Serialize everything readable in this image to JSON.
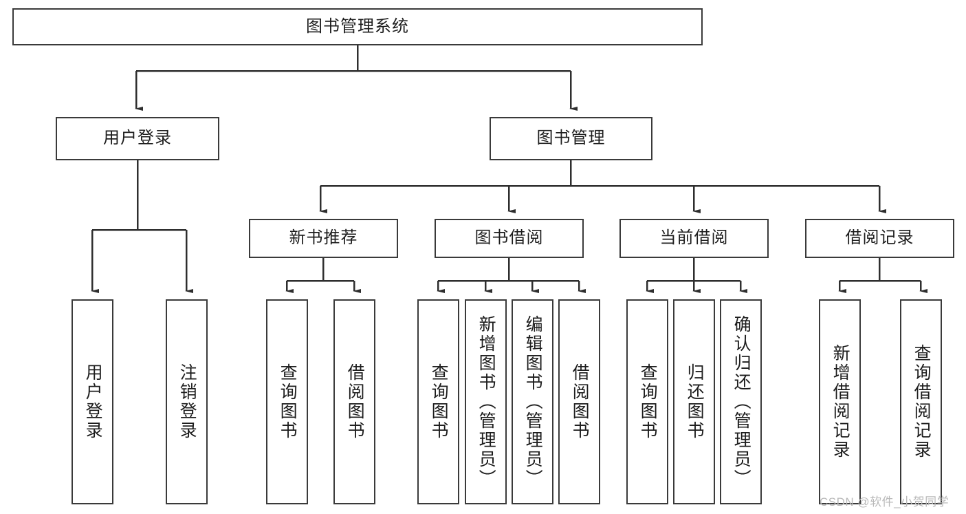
{
  "diagram": {
    "type": "tree",
    "title": "图书管理系统",
    "orientation": "top-down",
    "colors": {
      "box_border": "#3a3a3a",
      "box_fill": "#ffffff",
      "connector": "#2e2e2e",
      "text": "#1d1d1d",
      "watermark": "#b9b9b9"
    }
  },
  "root": {
    "label": "图书管理系统"
  },
  "level2": [
    {
      "label": "用户登录"
    },
    {
      "label": "图书管理"
    }
  ],
  "level3": [
    {
      "label": "新书推荐"
    },
    {
      "label": "图书借阅"
    },
    {
      "label": "当前借阅"
    },
    {
      "label": "借阅记录"
    }
  ],
  "leaves": {
    "user_login": [
      {
        "label": "用户登录"
      },
      {
        "label": "注销登录"
      }
    ],
    "new_book_recommend": [
      {
        "label": "查询图书"
      },
      {
        "label": "借阅图书"
      }
    ],
    "book_borrow": [
      {
        "label": "查询图书"
      },
      {
        "label": "新增图书（管理员）"
      },
      {
        "label": "编辑图书（管理员）"
      },
      {
        "label": "借阅图书"
      }
    ],
    "current_borrow": [
      {
        "label": "查询图书"
      },
      {
        "label": "归还图书"
      },
      {
        "label": "确认归还（管理员）"
      }
    ],
    "borrow_record": [
      {
        "label": "新增借阅记录"
      },
      {
        "label": "查询借阅记录"
      }
    ]
  },
  "watermark": {
    "text": "CSDN @软件_小贺同学"
  }
}
